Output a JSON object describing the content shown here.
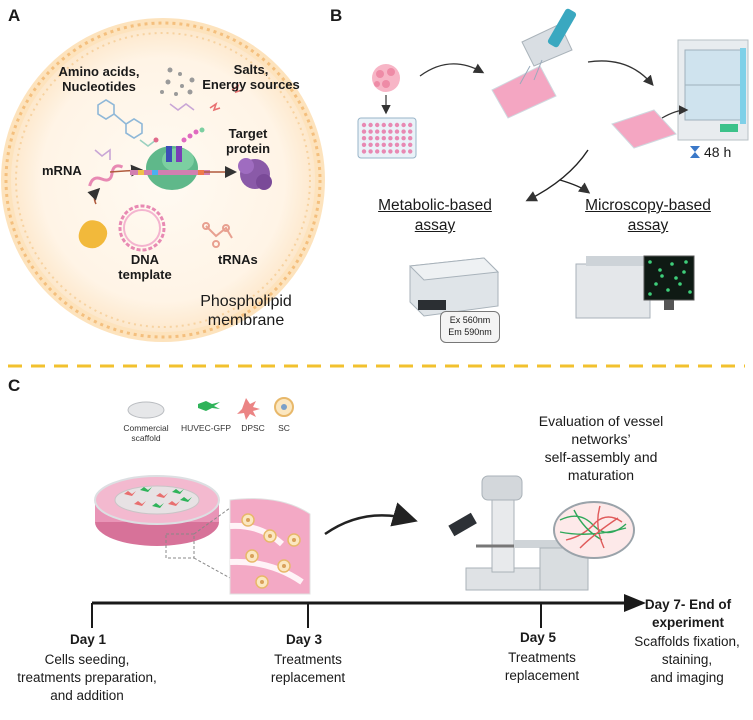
{
  "panel_a": {
    "letter": "A",
    "amino": "Amino acids,",
    "nucleotides": "Nucleotides",
    "salts": "Salts,",
    "energy": "Energy sources",
    "mrna": "mRNA",
    "target1": "Target",
    "target2": "protein",
    "dna1": "DNA",
    "dna2": "template",
    "trnas": "tRNAs",
    "phospho1": "Phospholipid",
    "phospho2": "membrane"
  },
  "panel_b": {
    "letter": "B",
    "duration": "48 h",
    "metabolic1": "Metabolic-based",
    "metabolic2": "assay",
    "microscopy1": "Microscopy-based",
    "microscopy2": "assay",
    "ex": "Ex 560nm",
    "em": "Em 590nm"
  },
  "panel_c": {
    "letter": "C",
    "legend": {
      "commercial1": "Commercial",
      "commercial2": "scaffold",
      "huvec": "HUVEC-GFP",
      "dpsc": "DPSC",
      "sc": "SC"
    },
    "evaluation": [
      "Evaluation of vessel",
      "networks’",
      "self-assembly and",
      "maturation"
    ],
    "days": [
      {
        "title": "Day 1",
        "lines": [
          "Cells seeding,",
          "treatments preparation,",
          "and addition"
        ]
      },
      {
        "title": "Day 3",
        "lines": [
          "Treatments",
          "replacement"
        ]
      },
      {
        "title": "Day 5",
        "lines": [
          "Treatments",
          "replacement"
        ]
      },
      {
        "title1": "Day 7- End of",
        "title2": "experiment",
        "lines": [
          "Scaffolds fixation,",
          "staining,",
          "and imaging"
        ]
      }
    ]
  },
  "colors": {
    "membrane": "#f6c98e",
    "plate": "#e889b3",
    "divider": "#f2c12e",
    "gfp": "#3cb371"
  }
}
